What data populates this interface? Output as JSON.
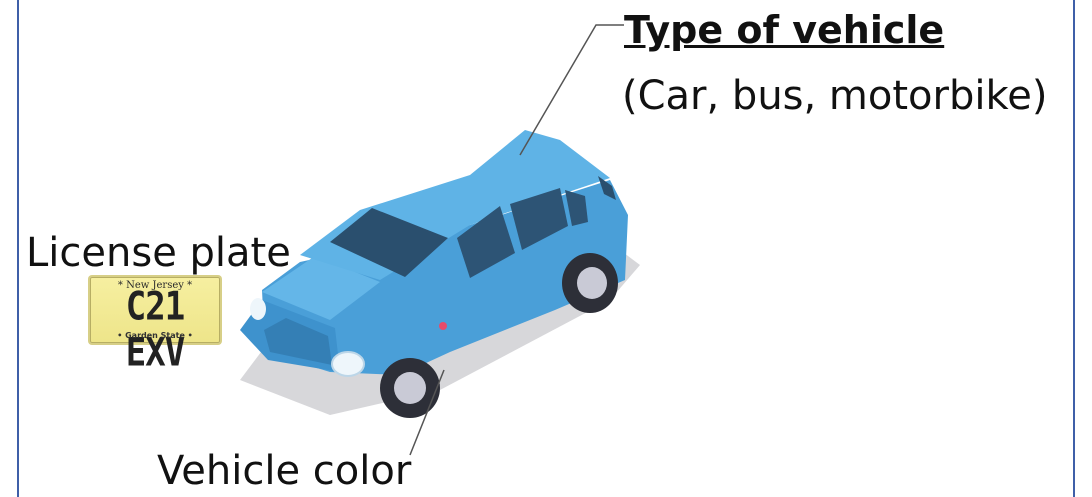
{
  "labels": {
    "vehicle_type_title": "Type of vehicle",
    "vehicle_type_examples": "(Car, bus, motorbike)",
    "license_plate": "License plate",
    "vehicle_color": "Vehicle color"
  },
  "plate": {
    "state": "* New Jersey *",
    "number": "C21 EXV",
    "motto": "• Garden State •",
    "background_color": "#f2ea95"
  },
  "colors": {
    "border": "#3f5fa8",
    "car_body": "#4fa6dd",
    "car_window": "#2a4f6e"
  }
}
